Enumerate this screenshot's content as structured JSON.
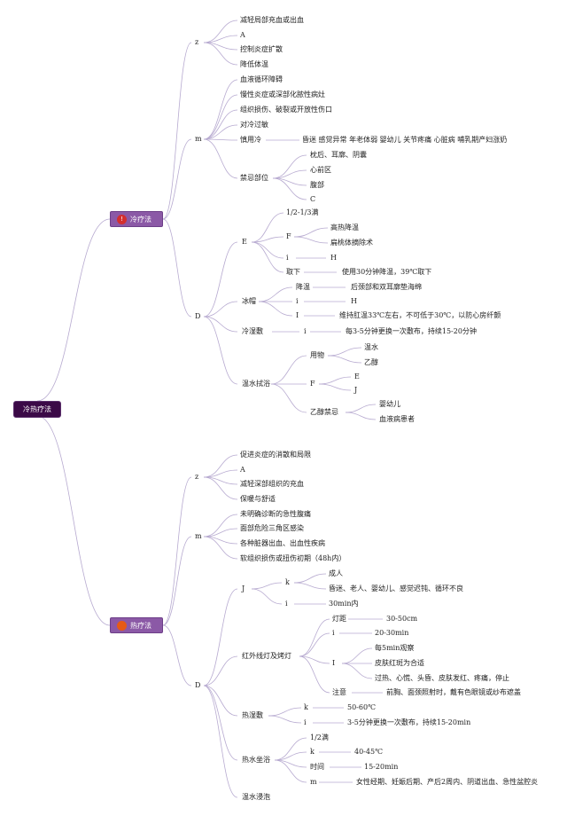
{
  "colors": {
    "link": "#b7aad0",
    "root_bg": "#3b0a47",
    "main_bg": "#8b59a6",
    "cold_icon": "#d32f2f",
    "hot_icon": "#e65a16"
  },
  "root": "冷热疗法",
  "cold": {
    "label": "冷疗法",
    "icon_label": "!",
    "z": {
      "label": "z",
      "items": [
        "减轻局部充血或出血",
        "A",
        "控制炎症扩散",
        "降低体温"
      ]
    },
    "m": {
      "label": "m",
      "items": [
        "血液循环障碍",
        "慢性炎症或深部化脓性病灶",
        "组织损伤、破裂或开放性伤口",
        "对冷过敏"
      ],
      "caution": {
        "label": "慎用冷",
        "text": "昏迷 感觉异常 年老体弱 婴幼儿 关节疼痛 心脏病 哺乳期产妇涨奶"
      },
      "forbidden": {
        "label": "禁忌部位",
        "items": [
          "枕后、耳廓、阴囊",
          "心前区",
          "腹部",
          "C"
        ]
      }
    },
    "D": {
      "label": "D",
      "E": {
        "label": "E",
        "fill": "1/2-1/3满",
        "F": {
          "label": "F",
          "items": [
            "高热降温",
            "扁桃体摘除术"
          ]
        },
        "i": {
          "label": "i",
          "value": "H"
        },
        "remove": {
          "label": "取下",
          "text": "使用30分钟降温，39℃取下"
        }
      },
      "icecap": {
        "label": "冰帽",
        "cool": {
          "label": "降温",
          "text": "后颈部和双耳廓垫海绵"
        },
        "i": {
          "label": "i",
          "value": "H"
        },
        "I": {
          "label": "I",
          "text": "维持肛温33℃左右，不可低于30℃，以防心房纤颤"
        }
      },
      "compress": {
        "label": "冷湿敷",
        "i": "i",
        "text": "每3-5分钟更换一次敷布，持续15-20分钟"
      },
      "bath": {
        "label": "温水拭浴",
        "use": {
          "label": "用物",
          "items": [
            "温水",
            "乙醇"
          ]
        },
        "F": {
          "label": "F",
          "items": [
            "E",
            "J"
          ]
        },
        "alcohol": {
          "label": "乙醇禁忌",
          "items": [
            "婴幼儿",
            "血液病患者"
          ]
        }
      }
    }
  },
  "hot": {
    "label": "热疗法",
    "icon_label": "",
    "z": {
      "label": "z",
      "items": [
        "促进炎症的消散和局限",
        "A",
        "减轻深部组织的充血",
        "保暖与舒适"
      ]
    },
    "m": {
      "label": "m",
      "items": [
        "未明确诊断的急性腹痛",
        "面部危险三角区感染",
        "各种脏器出血、出血性疾病",
        "软组织损伤或扭伤初期（48h内）"
      ]
    },
    "D": {
      "label": "D",
      "J": {
        "label": "J",
        "k": {
          "label": "k",
          "items": [
            "成人",
            "昏迷、老人、婴幼儿、感觉迟钝、循环不良"
          ]
        },
        "i": {
          "label": "i",
          "value": "30min内"
        }
      },
      "lamp": {
        "label": "红外线灯及烤灯",
        "dist": {
          "label": "灯距",
          "value": "30-50cm"
        },
        "i": {
          "label": "i",
          "value": "20-30min"
        },
        "I": {
          "label": "I",
          "items": [
            "每5min观察",
            "皮肤红斑为合适",
            "过热、心慌、头昏、皮肤发红、疼痛，停止"
          ]
        },
        "note": {
          "label": "注意",
          "text": "前胸、面颈照射时，戴有色眼镜或纱布遮盖"
        }
      },
      "compress": {
        "label": "热湿敷",
        "k": {
          "label": "k",
          "value": "50-60℃"
        },
        "i": {
          "label": "i",
          "value": "3-5分钟更换一次敷布，持续15-20min"
        }
      },
      "sitz": {
        "label": "热水坐浴",
        "half": "1/2满",
        "k": {
          "label": "k",
          "value": "40-45℃"
        },
        "time": {
          "label": "时间",
          "value": "15-20min"
        },
        "m": {
          "label": "m",
          "value": "女性经期、妊娠后期、产后2周内、阴道出血、急性盆腔炎"
        }
      },
      "soak": {
        "label": "温水浸泡"
      }
    }
  }
}
